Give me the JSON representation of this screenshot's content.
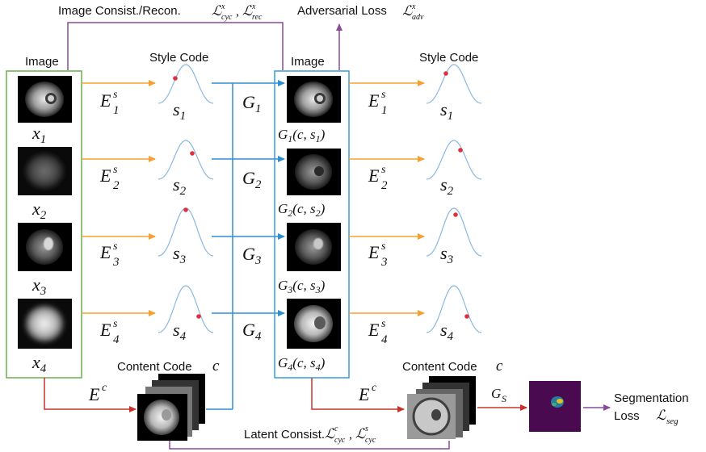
{
  "labels": {
    "top_loss_text": "Image Consist./Recon.",
    "top_loss_math_1": "ℒ",
    "top_loss_sup": "x",
    "top_loss_sub_1": "cyc",
    "top_loss_sub_2": "rec",
    "adv_text": "Adversarial Loss",
    "adv_sup": "x",
    "adv_sub": "adv",
    "image_left": "Image",
    "image_mid": "Image",
    "style_left": "Style Code",
    "style_right": "Style Code",
    "content_left": "Content Code",
    "content_right": "Content Code",
    "content_var": "c",
    "latent_text": "Latent Consist.",
    "latent_sup": "c",
    "latent_sup2": "s",
    "latent_sub": "cyc",
    "seg_text_1": "Segmentation",
    "seg_text_2": "Loss",
    "seg_sub": "seg",
    "ec": "E",
    "ec_sup": "c",
    "gs": "G",
    "gs_sub": "S"
  },
  "rows": [
    {
      "x": "x",
      "idx": "1",
      "enc": "E",
      "enc_sup": "s",
      "s": "s",
      "g": "G",
      "gen": "G",
      "gen_args": "(c, s",
      "gen_close": ")"
    },
    {
      "x": "x",
      "idx": "2",
      "enc": "E",
      "enc_sup": "s",
      "s": "s",
      "g": "G",
      "gen": "G",
      "gen_args": "(c, s",
      "gen_close": ")"
    },
    {
      "x": "x",
      "idx": "3",
      "enc": "E",
      "enc_sup": "s",
      "s": "s",
      "g": "G",
      "gen": "G",
      "gen_args": "(c, s",
      "gen_close": ")"
    },
    {
      "x": "x",
      "idx": "4",
      "enc": "E",
      "enc_sup": "s",
      "s": "s",
      "g": "G",
      "gen": "G",
      "gen_args": "(c, s",
      "gen_close": ")"
    }
  ],
  "colors": {
    "orange": "#f5a030",
    "blue": "#2e8fd0",
    "purple": "#8a4a9a",
    "red": "#c8322a",
    "green_box": "#6ab04c",
    "blue_box": "#3a9ad8",
    "curve": "#8ab8e0",
    "dot": "#e03040",
    "seg_bg": "#4a0a50"
  },
  "icons": [
    "brain-mri-thumbnail",
    "gaussian-curve-icon",
    "segmentation-map-icon"
  ]
}
